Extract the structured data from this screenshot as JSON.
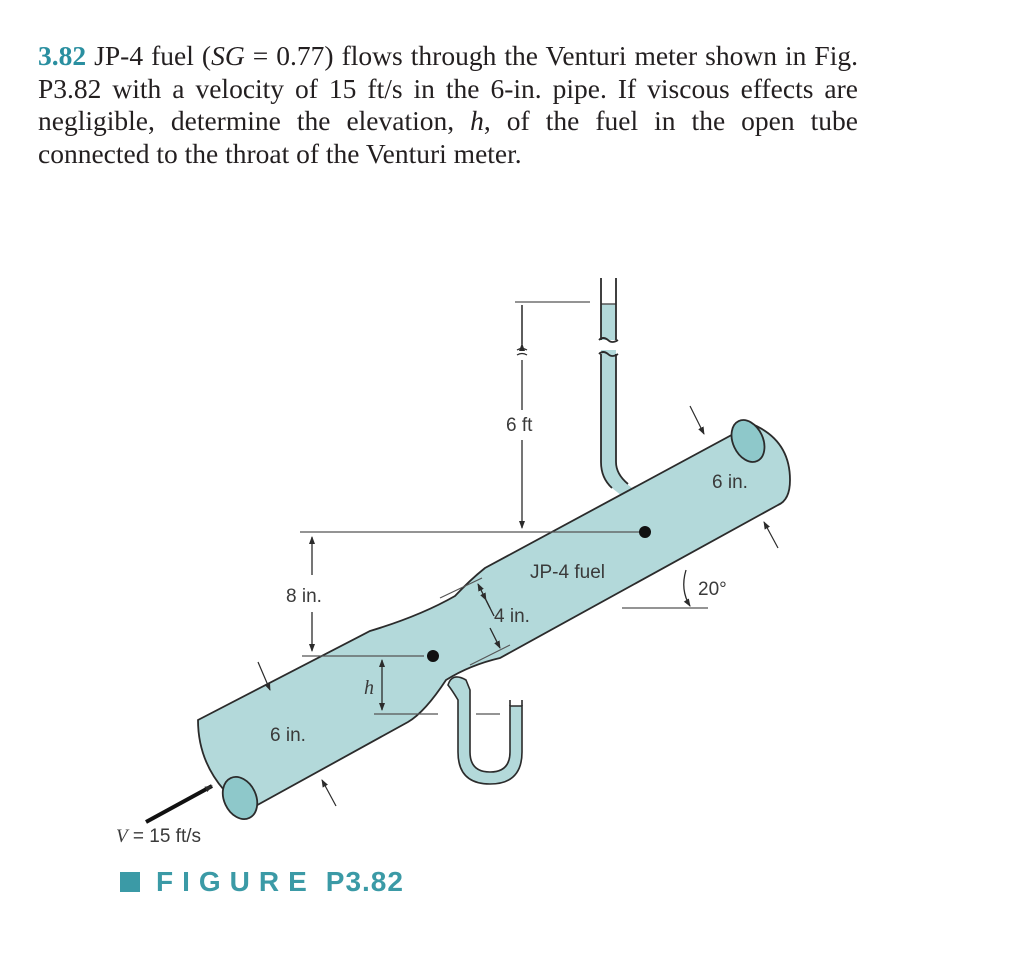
{
  "problem": {
    "number": "3.82",
    "text_part1": " JP-4 fuel (",
    "sg_symbol": "SG",
    "text_part2": " = 0.77) flows through the Venturi meter shown in Fig. P3.82 with a velocity of 15 ft/s in the 6-in. pipe. If viscous effects are negligible, determine the elevation, ",
    "h_symbol": "h",
    "text_part3": ", of the fuel in the open tube connected to the throat of the Venturi meter."
  },
  "figure": {
    "labels": {
      "height_6ft": "6 ft",
      "pipe_dia_top": "6 in.",
      "fluid": "JP-4 fuel",
      "angle": "20°",
      "rise_8in": "8 in.",
      "throat_dia": "4 in.",
      "h": "h",
      "pipe_dia_bottom": "6 in.",
      "velocity_symbol": "V",
      "velocity_value": " = 15 ft/s"
    },
    "colors": {
      "fluid": "#b3d9da",
      "fluid_dark": "#8ec8ca",
      "outline": "#2b2b2b",
      "accent": "#3b9aa6"
    }
  },
  "caption": {
    "word": "FIGURE",
    "number": "P3.82"
  }
}
